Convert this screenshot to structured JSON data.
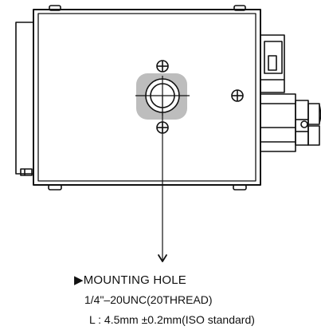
{
  "annotation": {
    "title": "▶MOUNTING HOLE",
    "thread_spec": "1/4\"‒20UNC(20THREAD)",
    "length_spec": "L : 4.5mm ±0.2mm(ISO standard)"
  },
  "colors": {
    "line": "#111111",
    "highlight": "#bdbdbd",
    "background": "#ffffff"
  }
}
